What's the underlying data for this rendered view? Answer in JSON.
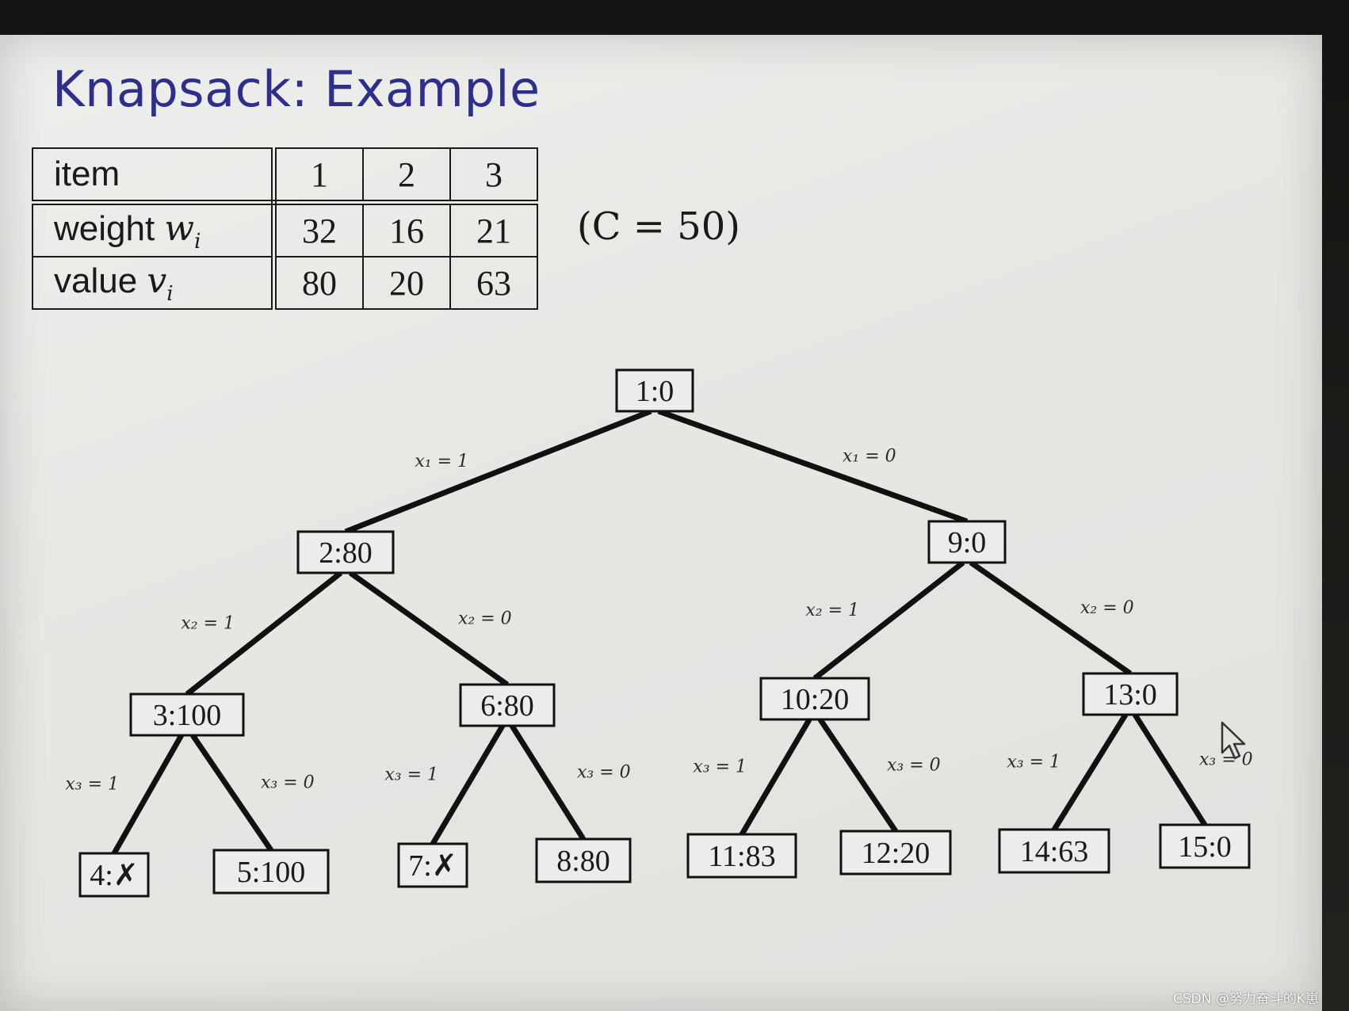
{
  "slide": {
    "title": "Knapsack: Example",
    "capacity_label": "(C = 50)"
  },
  "table": {
    "header": {
      "label": "item",
      "values": [
        "1",
        "2",
        "3"
      ]
    },
    "weight_row": {
      "label": "weight",
      "var": "w",
      "sub": "i",
      "values": [
        "32",
        "16",
        "21"
      ]
    },
    "value_row": {
      "label": "value",
      "var": "v",
      "sub": "i",
      "values": [
        "80",
        "20",
        "63"
      ]
    }
  },
  "tree": {
    "nodes": [
      {
        "id": "n1",
        "label": "1:0"
      },
      {
        "id": "n2",
        "label": "2:80"
      },
      {
        "id": "n9",
        "label": "9:0"
      },
      {
        "id": "n3",
        "label": "3:100"
      },
      {
        "id": "n6",
        "label": "6:80"
      },
      {
        "id": "n10",
        "label": "10:20"
      },
      {
        "id": "n13",
        "label": "13:0"
      },
      {
        "id": "n4",
        "label": "4:✗"
      },
      {
        "id": "n5",
        "label": "5:100"
      },
      {
        "id": "n7",
        "label": "7:✗"
      },
      {
        "id": "n8",
        "label": "8:80"
      },
      {
        "id": "n11",
        "label": "11:83"
      },
      {
        "id": "n12",
        "label": "12:20"
      },
      {
        "id": "n14",
        "label": "14:63"
      },
      {
        "id": "n15",
        "label": "15:0"
      }
    ],
    "edges": [
      {
        "from": "n1",
        "to": "n2",
        "label": "x₁ = 1"
      },
      {
        "from": "n1",
        "to": "n9",
        "label": "x₁ = 0"
      },
      {
        "from": "n2",
        "to": "n3",
        "label": "x₂ = 1"
      },
      {
        "from": "n2",
        "to": "n6",
        "label": "x₂ = 0"
      },
      {
        "from": "n9",
        "to": "n10",
        "label": "x₂ = 1"
      },
      {
        "from": "n9",
        "to": "n13",
        "label": "x₂ = 0"
      },
      {
        "from": "n3",
        "to": "n4",
        "label": "x₃ = 1"
      },
      {
        "from": "n3",
        "to": "n5",
        "label": "x₃ = 0"
      },
      {
        "from": "n6",
        "to": "n7",
        "label": "x₃ = 1"
      },
      {
        "from": "n6",
        "to": "n8",
        "label": "x₃ = 0"
      },
      {
        "from": "n10",
        "to": "n11",
        "label": "x₃ = 1"
      },
      {
        "from": "n10",
        "to": "n12",
        "label": "x₃ = 0"
      },
      {
        "from": "n13",
        "to": "n14",
        "label": "x₃ = 1"
      },
      {
        "from": "n13",
        "to": "n15",
        "label": "x₃ = 0"
      }
    ]
  },
  "watermark": "CSDN @努力奋斗的K崽",
  "cursor_icon": "arrow-cursor-icon"
}
